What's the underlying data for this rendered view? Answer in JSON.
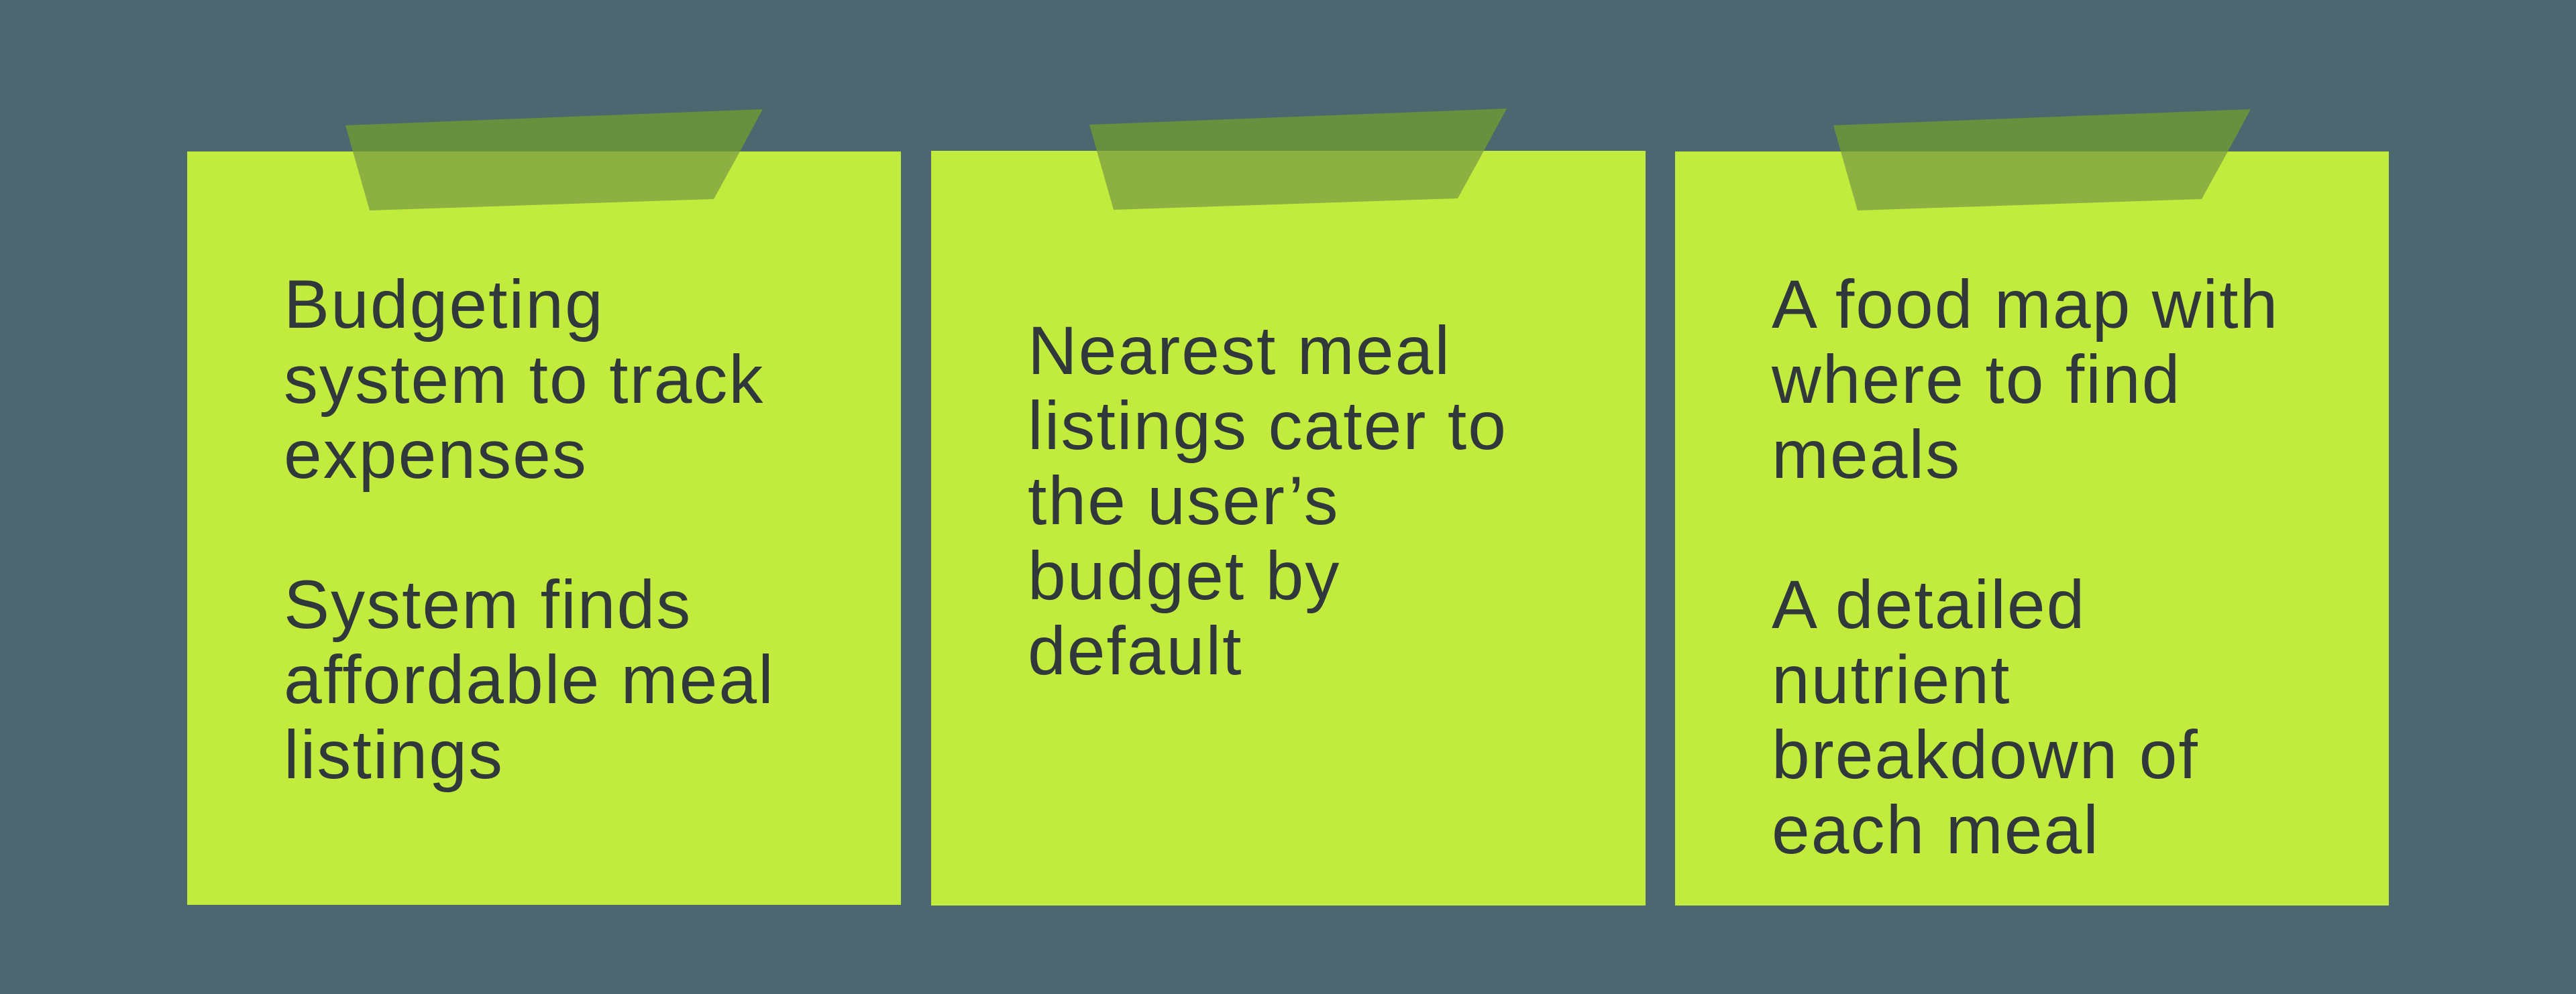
{
  "colors": {
    "background": "#4c6770",
    "note": "#c2ec3d",
    "tape-over-background": "#67913e",
    "tape-over-note": "#8cb041",
    "text": "#31383b"
  },
  "notes": [
    {
      "id": "budgeting",
      "text": "Budgeting\nsystem to track\nexpenses\n\nSystem finds\naffordable meal\nlistings"
    },
    {
      "id": "nearest-meals",
      "text": "Nearest meal\nlistings cater to\nthe user’s\nbudget by\ndefault"
    },
    {
      "id": "food-map",
      "text": "A food map with\nwhere to find\nmeals\n\nA detailed\nnutrient\nbreakdown of\neach meal"
    }
  ]
}
